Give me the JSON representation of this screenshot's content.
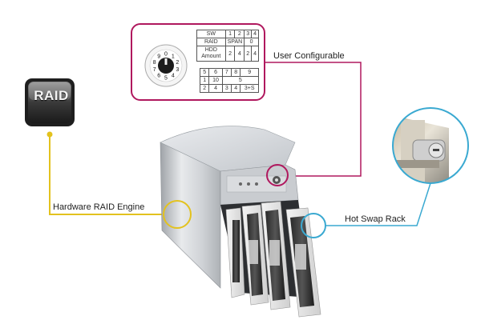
{
  "badge": {
    "text": "RAID",
    "border_color": "#333333"
  },
  "callouts": {
    "user_configurable": "User Configurable",
    "hardware_raid_engine": "Hardware RAID Engine",
    "hot_swap_rack": "Hot Swap Rack"
  },
  "colors": {
    "user_configurable_line": "#b0185e",
    "hardware_raid_line": "#e3c21e",
    "hot_swap_line": "#3aa9d1"
  },
  "dial": {
    "digits": [
      "0",
      "1",
      "2",
      "3",
      "4",
      "5",
      "6",
      "7",
      "8",
      "9"
    ]
  },
  "switch_table_top": {
    "rows": [
      [
        "SW",
        "1",
        "2",
        "3",
        "4"
      ],
      [
        "RAID",
        "SPAN",
        "0"
      ],
      [
        "HDD Amount",
        "2",
        "4",
        "2",
        "4"
      ]
    ]
  },
  "switch_table_bottom": {
    "rows": [
      [
        "5",
        "6",
        "7",
        "8",
        "9"
      ],
      [
        "1",
        "10",
        "5"
      ],
      [
        "2",
        "4",
        "3",
        "4",
        "3+S"
      ]
    ]
  }
}
